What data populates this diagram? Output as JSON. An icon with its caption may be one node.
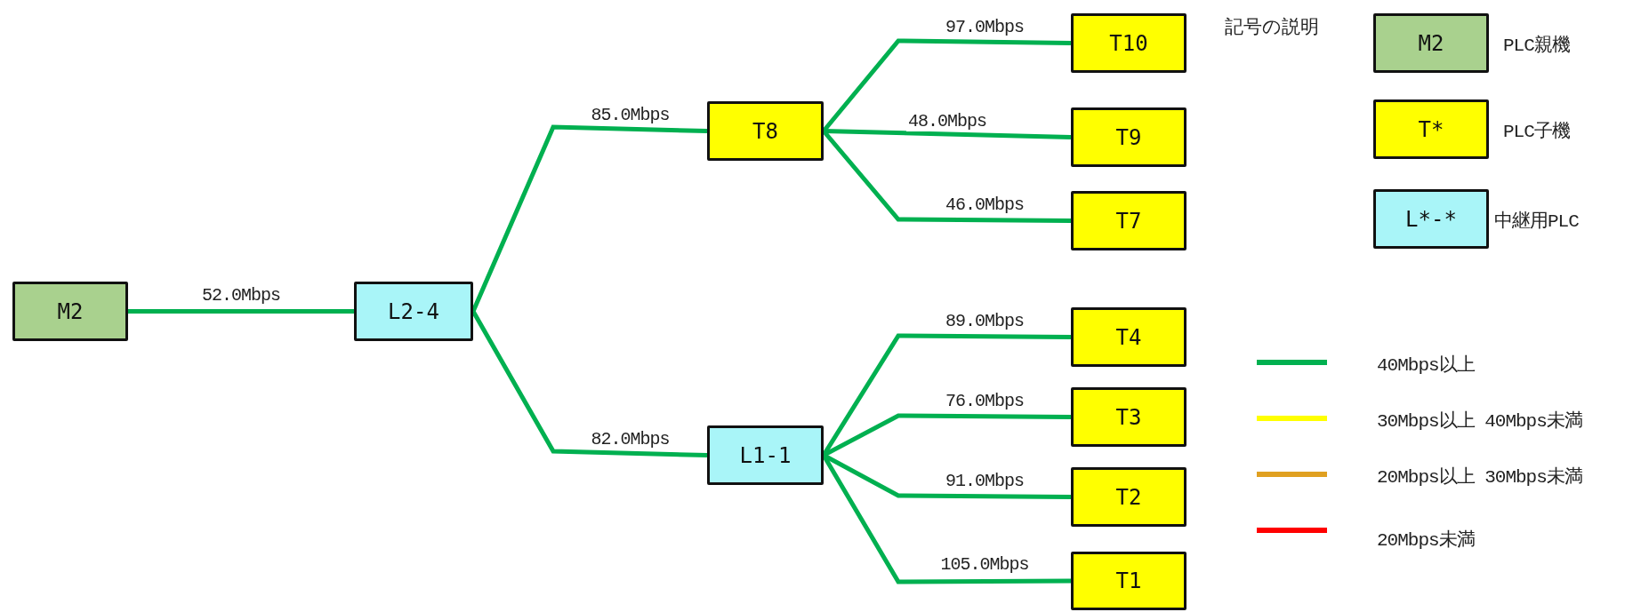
{
  "diagram": {
    "nodes": [
      {
        "text": [
          "M2"
        ]
      },
      {
        "text": [
          "L2-4"
        ]
      },
      {
        "text": [
          "T8"
        ]
      },
      {
        "text": [
          "L1-1"
        ]
      },
      {
        "text": [
          "T10"
        ]
      },
      {
        "text": [
          "T9"
        ]
      },
      {
        "text": [
          "T7"
        ]
      },
      {
        "text": [
          "T4"
        ]
      },
      {
        "text": [
          "T3"
        ]
      },
      {
        "text": [
          "T2"
        ]
      },
      {
        "text": [
          "T1"
        ]
      },
      {
        "text": [
          "M2"
        ],
        "beside": [
          "PLC親機"
        ]
      },
      {
        "text": [
          "T*"
        ],
        "beside": [
          "PLC子機"
        ]
      },
      {
        "text": [
          "L*-*"
        ],
        "beside": [
          "中継用PLC"
        ]
      }
    ],
    "edges": [
      {
        "from": 0,
        "to": 1,
        "arrow": "none",
        "label": "52.0Mbps"
      },
      {
        "from": 1,
        "to": 2,
        "arrow": "none",
        "label": "85.0Mbps"
      },
      {
        "from": 1,
        "to": 3,
        "arrow": "none",
        "label": "82.0Mbps"
      },
      {
        "from": 2,
        "to": 4,
        "arrow": "none",
        "label": "97.0Mbps"
      },
      {
        "from": 2,
        "to": 5,
        "arrow": "none",
        "label": "48.0Mbps"
      },
      {
        "from": 2,
        "to": 6,
        "arrow": "none",
        "label": "46.0Mbps"
      },
      {
        "from": 3,
        "to": 7,
        "arrow": "none",
        "label": "89.0Mbps"
      },
      {
        "from": 3,
        "to": 8,
        "arrow": "none",
        "label": "76.0Mbps"
      },
      {
        "from": 3,
        "to": 9,
        "arrow": "none",
        "label": "91.0Mbps"
      },
      {
        "from": 3,
        "to": 10,
        "arrow": "none",
        "label": "105.0Mbps"
      }
    ],
    "labels": [
      "記号の説明"
    ],
    "legend": [
      {
        "text": "40Mbps以上"
      },
      {
        "text": "30Mbps以上 40Mbps未満"
      },
      {
        "text": "20Mbps以上 30Mbps未満"
      },
      {
        "text": "20Mbps未満"
      }
    ]
  }
}
